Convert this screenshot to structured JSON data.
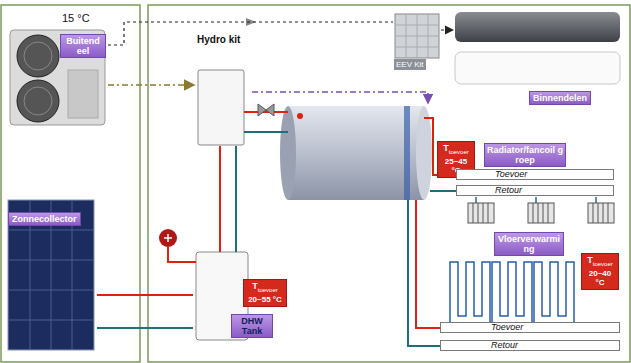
{
  "diagram": {
    "nodes": [
      {
        "text": [
          "Buitendeel"
        ]
      },
      {
        "text": [
          "Hydro kit"
        ]
      },
      {
        "text": [
          "EEV Kit"
        ]
      },
      {
        "text": [
          "Binnendelen"
        ]
      },
      {
        "text": [
          "Zonnecollector"
        ]
      },
      {
        "text": [
          "DHW Tank"
        ]
      },
      {
        "text": [
          "Radiator/fancoil groep"
        ]
      },
      {
        "text": [
          "Vloerverwarming"
        ]
      },
      {
        "text": [
          "T",
          "toevoer",
          "25~45 °C"
        ]
      },
      {
        "text": [
          "T",
          "toevoer",
          "20~40 °C"
        ]
      },
      {
        "text": [
          "T",
          "toevoer",
          "20~55 °C"
        ]
      },
      {
        "text": [
          "Toevoer"
        ]
      },
      {
        "text": [
          "Retour"
        ]
      },
      {
        "text": [
          "Toevoer"
        ]
      },
      {
        "text": [
          "Retour"
        ]
      }
    ],
    "edges": [
      {
        "from": 0,
        "to": 1,
        "arrow": "to"
      },
      {
        "from": 0,
        "to": 2,
        "arrow": "none"
      },
      {
        "from": 2,
        "to": 3,
        "arrow": "to"
      },
      {
        "from": 4,
        "to": 5,
        "arrow": "none"
      },
      {
        "from": 5,
        "to": 4,
        "arrow": "none"
      }
    ],
    "labels": [
      "15 °C"
    ]
  }
}
